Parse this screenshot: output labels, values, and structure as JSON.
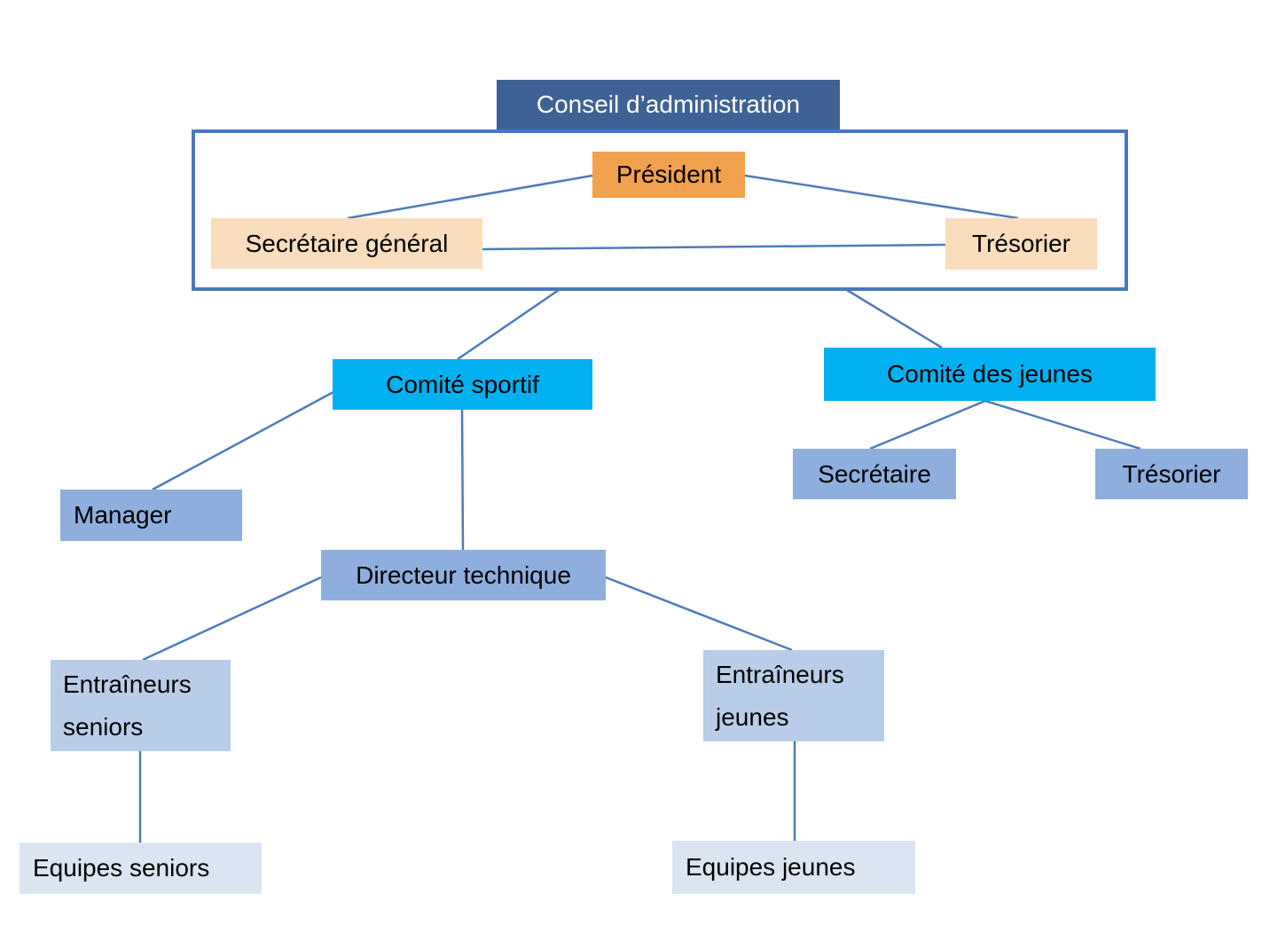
{
  "diagram": {
    "type": "org-chart",
    "title": "Conseil d’administration",
    "colors": {
      "board_title_bg": "#3d6294",
      "board_title_text": "#ffffff",
      "board_frame_border": "#4779bd",
      "president_bg": "#f1a04e",
      "bureau_member_bg": "#faddbd",
      "committee_bg": "#00b0f0",
      "staff_bg": "#8eaedd",
      "coach_bg": "#b9cde8",
      "team_bg": "#dbe4f1",
      "edge_line": "#4e7cba",
      "node_text": "#000000"
    },
    "nodes": {
      "conseil": {
        "label": "Conseil d’administration"
      },
      "president": {
        "label": "Président"
      },
      "secretaire_general": {
        "label": "Secrétaire général"
      },
      "tresorier_bureau": {
        "label": "Trésorier"
      },
      "comite_sportif": {
        "label": "Comité sportif"
      },
      "comite_jeunes": {
        "label": "Comité des jeunes"
      },
      "manager": {
        "label": "Manager"
      },
      "secretaire_jeunes": {
        "label": "Secrétaire"
      },
      "tresorier_jeunes": {
        "label": "Trésorier"
      },
      "directeur_technique": {
        "label": "Directeur technique"
      },
      "entraineurs_seniors": {
        "line1": "Entraîneurs",
        "line2": "seniors"
      },
      "entraineurs_jeunes": {
        "line1": "Entraîneurs",
        "line2": "jeunes"
      },
      "equipes_seniors": {
        "label": "Equipes seniors"
      },
      "equipes_jeunes": {
        "label": "Equipes jeunes"
      }
    },
    "edges": [
      {
        "from": "president",
        "to": "secretaire_general"
      },
      {
        "from": "president",
        "to": "tresorier_bureau"
      },
      {
        "from": "secretaire_general",
        "to": "tresorier_bureau"
      },
      {
        "from": "conseil_administration",
        "to": "comite_sportif"
      },
      {
        "from": "conseil_administration",
        "to": "comite_jeunes"
      },
      {
        "from": "comite_sportif",
        "to": "manager"
      },
      {
        "from": "comite_sportif",
        "to": "directeur_technique"
      },
      {
        "from": "comite_jeunes",
        "to": "secretaire_jeunes"
      },
      {
        "from": "comite_jeunes",
        "to": "tresorier_jeunes"
      },
      {
        "from": "directeur_technique",
        "to": "entraineurs_seniors"
      },
      {
        "from": "directeur_technique",
        "to": "entraineurs_jeunes"
      },
      {
        "from": "entraineurs_seniors",
        "to": "equipes_seniors"
      },
      {
        "from": "entraineurs_jeunes",
        "to": "equipes_jeunes"
      }
    ]
  }
}
